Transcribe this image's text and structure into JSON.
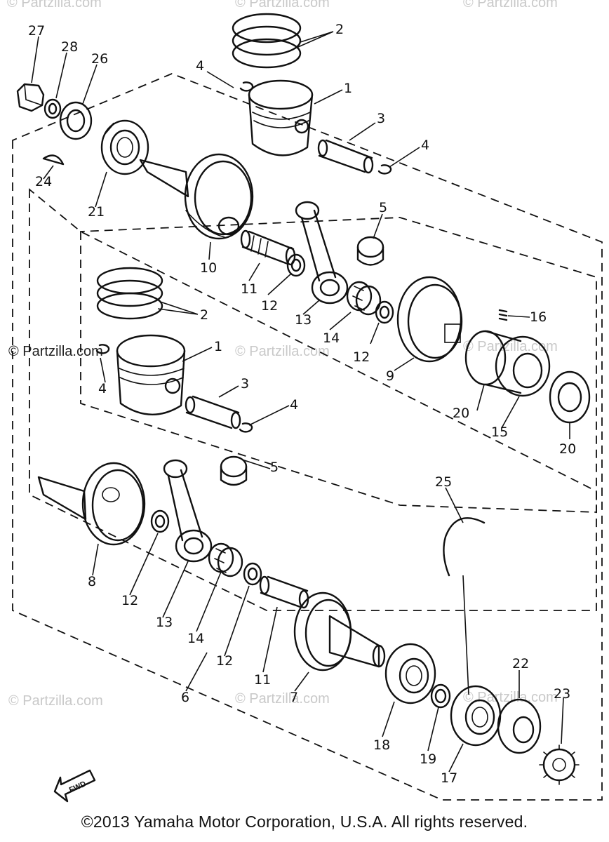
{
  "diagram": {
    "labels": [
      {
        "id": "l27",
        "text": "27"
      },
      {
        "id": "l28",
        "text": "28"
      },
      {
        "id": "l26",
        "text": "26"
      },
      {
        "id": "l2a",
        "text": "2"
      },
      {
        "id": "l4a",
        "text": "4"
      },
      {
        "id": "l1a",
        "text": "1"
      },
      {
        "id": "l3a",
        "text": "3"
      },
      {
        "id": "l4b",
        "text": "4"
      },
      {
        "id": "l24",
        "text": "24"
      },
      {
        "id": "l21",
        "text": "21"
      },
      {
        "id": "l5a",
        "text": "5"
      },
      {
        "id": "l10",
        "text": "10"
      },
      {
        "id": "l11a",
        "text": "11"
      },
      {
        "id": "l12a",
        "text": "12"
      },
      {
        "id": "l13a",
        "text": "13"
      },
      {
        "id": "l14a",
        "text": "14"
      },
      {
        "id": "l12b",
        "text": "12"
      },
      {
        "id": "l9",
        "text": "9"
      },
      {
        "id": "l16",
        "text": "16"
      },
      {
        "id": "l2b",
        "text": "2"
      },
      {
        "id": "l1b",
        "text": "1"
      },
      {
        "id": "l4c",
        "text": "4"
      },
      {
        "id": "l3b",
        "text": "3"
      },
      {
        "id": "l4d",
        "text": "4"
      },
      {
        "id": "l20a",
        "text": "20"
      },
      {
        "id": "l15",
        "text": "15"
      },
      {
        "id": "l20b",
        "text": "20"
      },
      {
        "id": "l5b",
        "text": "5"
      },
      {
        "id": "l25",
        "text": "25"
      },
      {
        "id": "l8",
        "text": "8"
      },
      {
        "id": "l12c",
        "text": "12"
      },
      {
        "id": "l13b",
        "text": "13"
      },
      {
        "id": "l14b",
        "text": "14"
      },
      {
        "id": "l12d",
        "text": "12"
      },
      {
        "id": "l11b",
        "text": "11"
      },
      {
        "id": "l6",
        "text": "6"
      },
      {
        "id": "l7",
        "text": "7"
      },
      {
        "id": "l18",
        "text": "18"
      },
      {
        "id": "l19",
        "text": "19"
      },
      {
        "id": "l17",
        "text": "17"
      },
      {
        "id": "l22",
        "text": "22"
      },
      {
        "id": "l23",
        "text": "23"
      }
    ],
    "fwd_label": "FWD"
  },
  "watermarks": {
    "main": "© Partzilla.com",
    "faint": "© Partzilla.com"
  },
  "copyright": "©2013  Yamaha Motor Corporation, U.S.A. All rights reserved."
}
